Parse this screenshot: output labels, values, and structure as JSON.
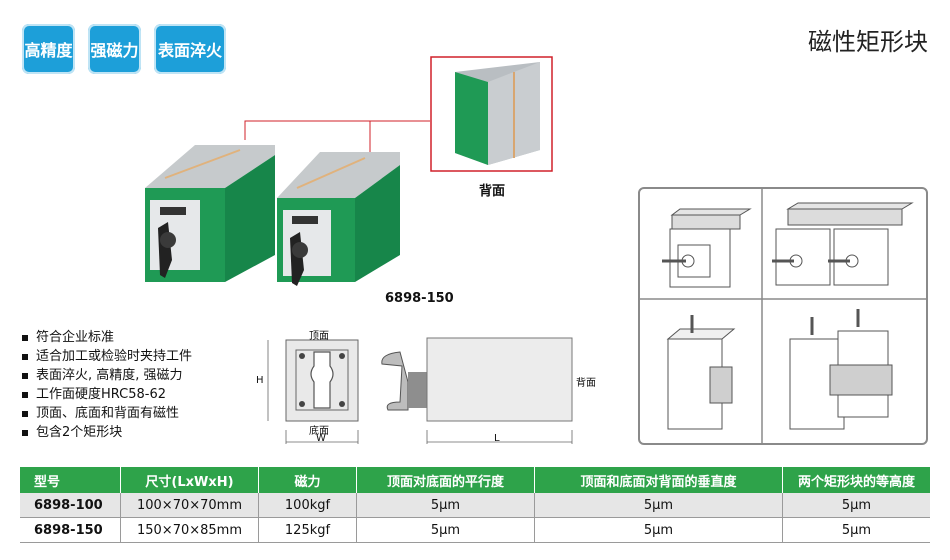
{
  "badges": [
    "高精度",
    "强磁力",
    "表面淬火"
  ],
  "title": "磁性矩形块",
  "back_label": "背面",
  "model_label": "6898-150",
  "features": [
    "符合企业标准",
    "适合加工或检验时夹持工件",
    "表面淬火, 高精度, 强磁力",
    "工作面硬度HRC58-62",
    "顶面、底面和背面有磁性",
    "包含2个矩形块"
  ],
  "drawing": {
    "top_label": "顶面",
    "bottom_label": "底面",
    "h_label": "H",
    "w_label": "W",
    "l_label": "L",
    "back_label": "背面"
  },
  "table": {
    "headers": [
      "型号",
      "尺寸(LxWxH)",
      "磁力",
      "顶面对底面的平行度",
      "顶面和底面对背面的垂直度",
      "两个矩形块的等高度"
    ],
    "rows": [
      [
        "6898-100",
        "100×70×70mm",
        "100kgf",
        "5µm",
        "5µm",
        "5µm"
      ],
      [
        "6898-150",
        "150×70×85mm",
        "125kgf",
        "5µm",
        "5µm",
        "5µm"
      ]
    ]
  },
  "colors": {
    "badge": "#1d9fd9",
    "table_header": "#2ea34a",
    "block_green": "#1f9a55",
    "callout_line": "#d0202a"
  }
}
